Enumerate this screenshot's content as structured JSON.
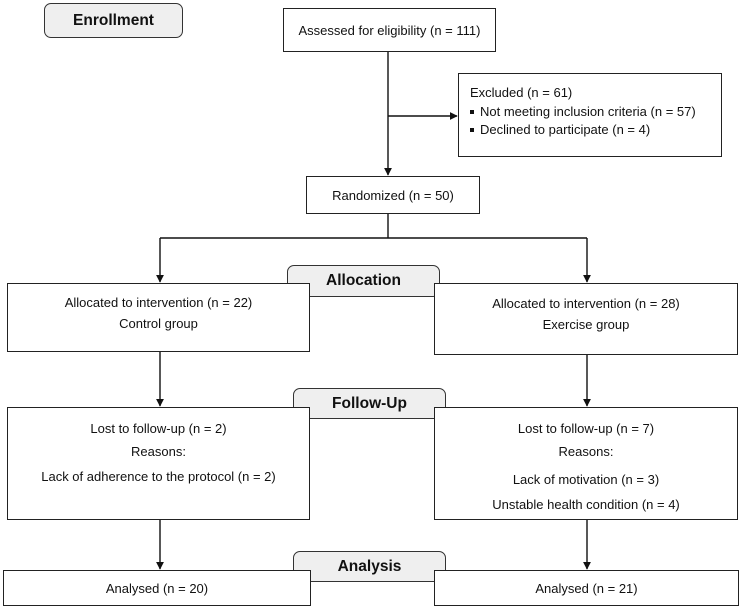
{
  "stages": {
    "enrollment": "Enrollment",
    "allocation": "Allocation",
    "followup": "Follow-Up",
    "analysis": "Analysis"
  },
  "assessed": "Assessed for eligibility (n = 111)",
  "excluded": {
    "title": "Excluded (n = 61)",
    "items": [
      "Not meeting inclusion criteria (n = 57)",
      "Declined to participate (n = 4)"
    ]
  },
  "randomized": "Randomized (n = 50)",
  "control": {
    "allocated": "Allocated to intervention (n = 22)",
    "group": "Control group",
    "lost": "Lost to follow-up (n = 2)",
    "reasons_label": "Reasons:",
    "reasons": [
      "Lack of adherence to the protocol (n = 2)"
    ],
    "analysed": "Analysed (n = 20)"
  },
  "exercise": {
    "allocated": "Allocated to intervention (n = 28)",
    "group": "Exercise group",
    "lost": "Lost to follow-up (n = 7)",
    "reasons_label": "Reasons:",
    "reasons": [
      "Lack of motivation (n = 3)",
      "Unstable health condition (n = 4)"
    ],
    "analysed": "Analysed (n = 21)"
  }
}
